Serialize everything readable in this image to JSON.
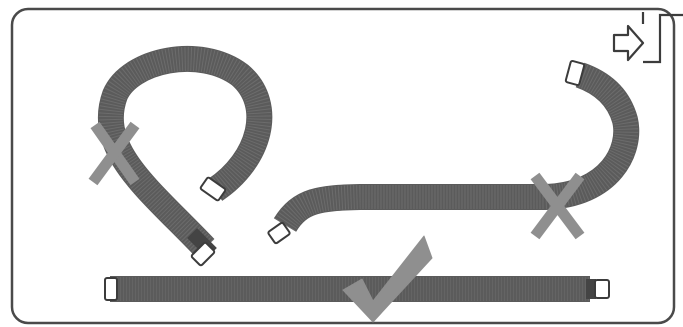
{
  "figure": {
    "icon": "insert-arrow-icon",
    "colors": {
      "frame_border": "#4a4a4a",
      "background": "#ffffff",
      "hose": "#5b5b5b",
      "hose_texture": "#777777",
      "cuff_fill": "#ffffff",
      "cuff_stroke": "#3c3c3c",
      "x_mark": "#8f8f8f",
      "check_mark": "#8f8f8f"
    },
    "hoses": [
      {
        "name": "looped",
        "verdict": "incorrect",
        "mark": "x"
      },
      {
        "name": "s-bend",
        "verdict": "incorrect",
        "mark": "x"
      },
      {
        "name": "straight",
        "verdict": "correct",
        "mark": "check"
      }
    ]
  }
}
